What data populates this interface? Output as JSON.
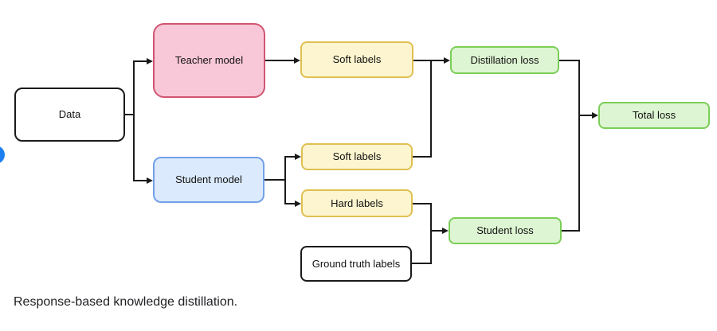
{
  "diagram": {
    "caption": "Response-based knowledge distillation.",
    "nodes": {
      "data": {
        "label": "Data",
        "fill": "#FFFFFF",
        "border": "#1A1A1A"
      },
      "teacher": {
        "label": "Teacher model",
        "fill": "#F9C8D8",
        "border": "#D05572"
      },
      "student": {
        "label": "Student model",
        "fill": "#DBEAFC",
        "border": "#74A1E8"
      },
      "soft_labels_teacher": {
        "label": "Soft labels",
        "fill": "#FDF5CF",
        "border": "#DFC050"
      },
      "soft_labels_student": {
        "label": "Soft labels",
        "fill": "#FDF5CF",
        "border": "#DFC050"
      },
      "hard_labels": {
        "label": "Hard labels",
        "fill": "#FDF5CF",
        "border": "#DFC050"
      },
      "ground_truth": {
        "label": "Ground truth labels",
        "fill": "#FFFFFF",
        "border": "#1A1A1A"
      },
      "distillation_loss": {
        "label": "Distillation loss",
        "fill": "#DDF5D2",
        "border": "#7BCE57"
      },
      "student_loss": {
        "label": "Student loss",
        "fill": "#DDF5D2",
        "border": "#7BCE57"
      },
      "total_loss": {
        "label": "Total loss",
        "fill": "#DDF5D2",
        "border": "#7BCE57"
      }
    },
    "edges": [
      {
        "from": "data",
        "to": "teacher"
      },
      {
        "from": "data",
        "to": "student"
      },
      {
        "from": "teacher",
        "to": "soft_labels_teacher"
      },
      {
        "from": "student",
        "to": "soft_labels_student"
      },
      {
        "from": "student",
        "to": "hard_labels"
      },
      {
        "from": "soft_labels_teacher",
        "to": "distillation_loss"
      },
      {
        "from": "soft_labels_student",
        "to": "distillation_loss"
      },
      {
        "from": "hard_labels",
        "to": "student_loss"
      },
      {
        "from": "ground_truth",
        "to": "student_loss"
      },
      {
        "from": "distillation_loss",
        "to": "total_loss"
      },
      {
        "from": "student_loss",
        "to": "total_loss"
      }
    ],
    "colors": {
      "line": "#1A1A1A",
      "caption_text": "#202124",
      "blue_marker": "#1E80F0"
    }
  }
}
